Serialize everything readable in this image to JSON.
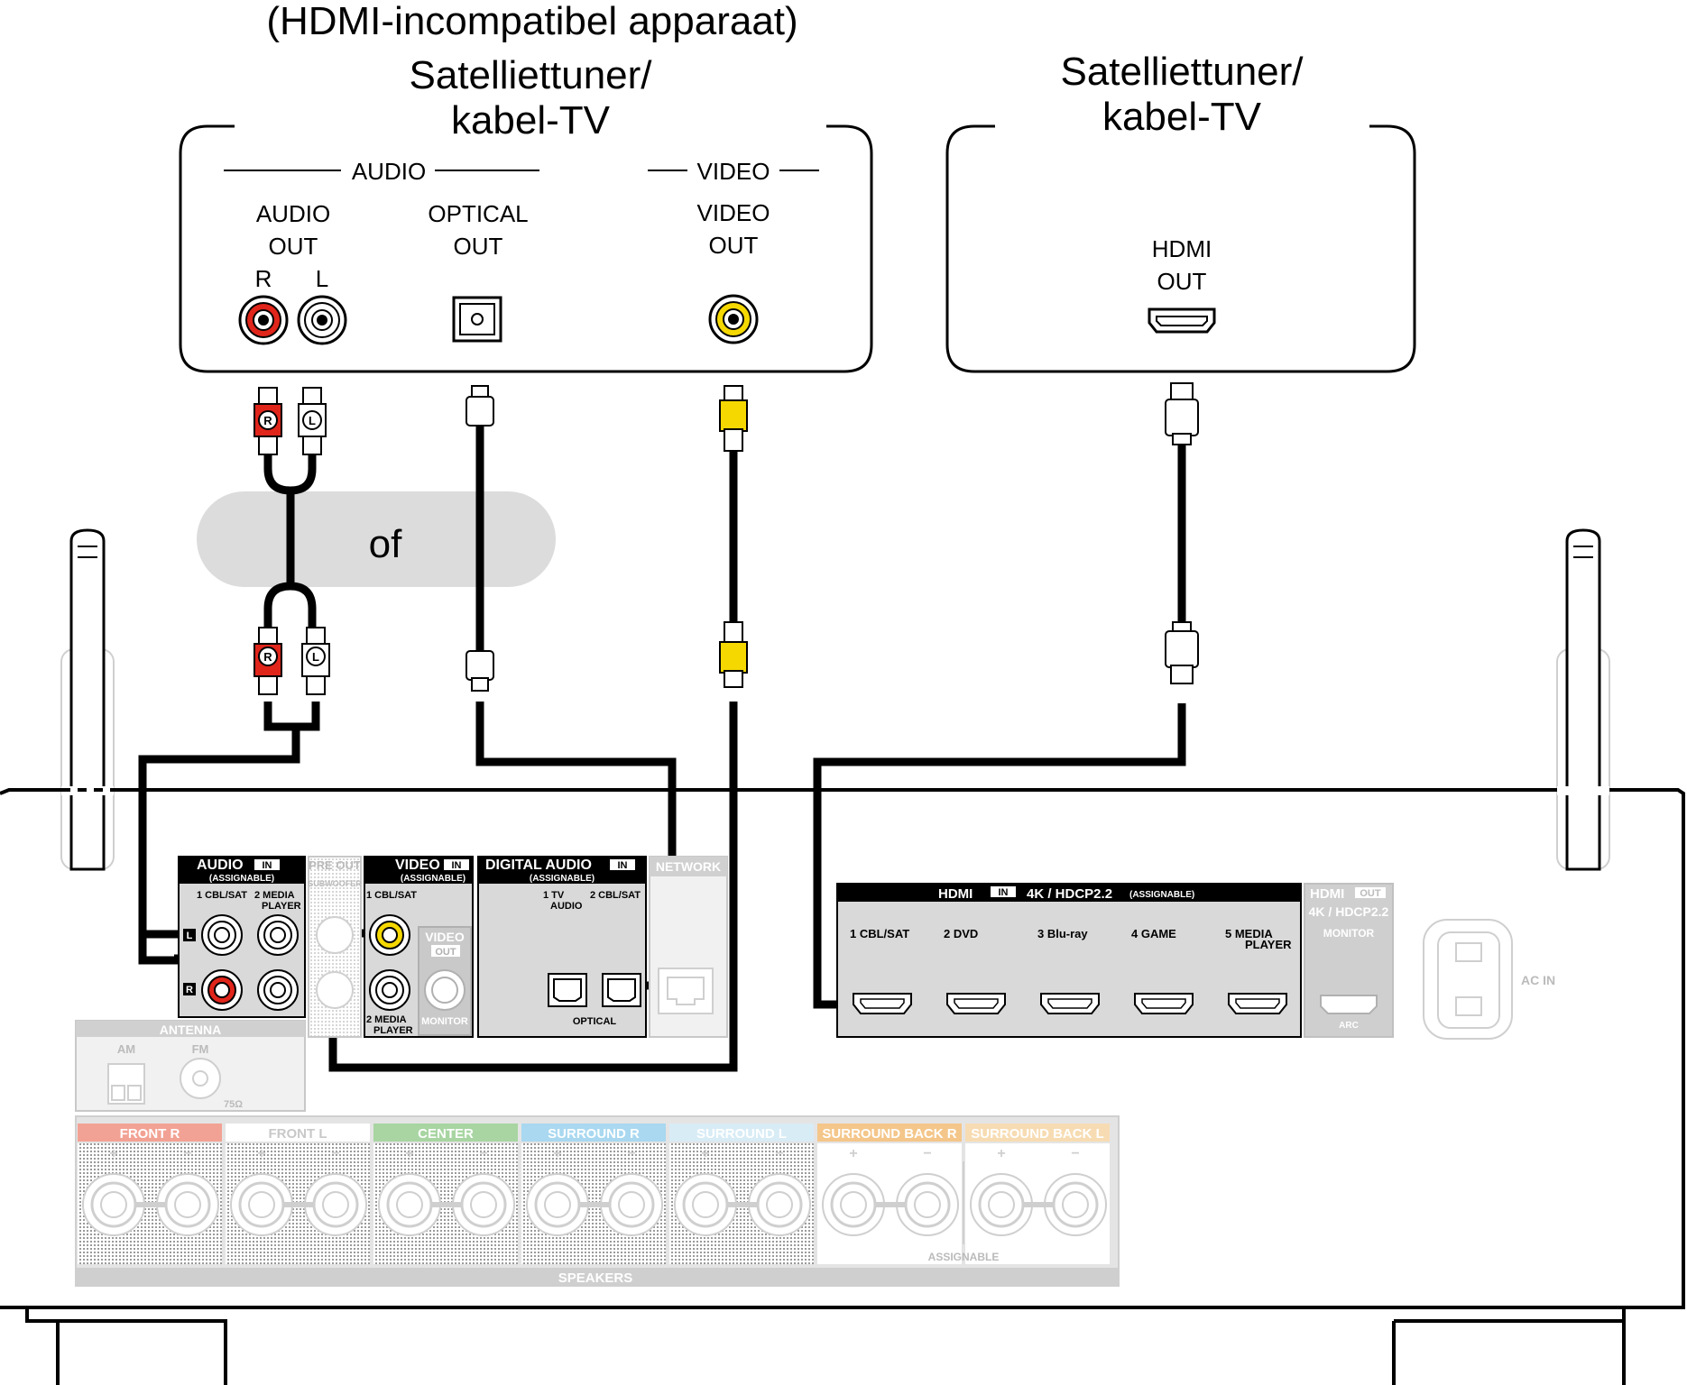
{
  "devices": {
    "left": {
      "note": "(HDMI-incompatibel apparaat)",
      "title_line1": "Satelliettuner/",
      "title_line2": "kabel-TV",
      "audio_group": "AUDIO",
      "video_group": "VIDEO",
      "audio_out_l1": "AUDIO",
      "audio_out_l2": "OUT",
      "r": "R",
      "l": "L",
      "optical_l1": "OPTICAL",
      "optical_l2": "OUT",
      "video_l1": "VIDEO",
      "video_l2": "OUT"
    },
    "right": {
      "title_line1": "Satelliettuner/",
      "title_line2": "kabel-TV",
      "hdmi_l1": "HDMI",
      "hdmi_l2": "OUT"
    }
  },
  "alternative": "of",
  "plug_letters": {
    "r": "R",
    "l": "L"
  },
  "receiver": {
    "audio_in": {
      "title": "AUDIO",
      "badge": "IN",
      "sub": "(ASSIGNABLE)",
      "input1": "1 CBL/SAT",
      "input2_l1": "2  MEDIA",
      "input2_l2": "PLAYER",
      "side_l": "L",
      "side_r": "R"
    },
    "pre_out": {
      "title": "PRE OUT",
      "sub": "SUBWOOFER"
    },
    "video_in": {
      "title": "VIDEO",
      "badge": "IN",
      "sub": "(ASSIGNABLE)",
      "input1": "1 CBL/SAT",
      "input2_l1": "2  MEDIA",
      "input2_l2": "PLAYER"
    },
    "video_out": {
      "title": "VIDEO",
      "badge": "OUT",
      "sub": "MONITOR"
    },
    "digital_audio_in": {
      "title": "DIGITAL AUDIO",
      "badge": "IN",
      "sub": "(ASSIGNABLE)",
      "input1_l1": "1   TV",
      "input1_l2": "AUDIO",
      "input2": "2 CBL/SAT",
      "bottom": "OPTICAL"
    },
    "network": {
      "title": "NETWORK"
    },
    "hdmi_in": {
      "title": "HDMI",
      "badge": "IN",
      "spec": "4K / HDCP2.2",
      "sub": "(ASSIGNABLE)",
      "inputs": [
        {
          "num": "1",
          "name": "CBL/SAT",
          "name2": ""
        },
        {
          "num": "2",
          "name": "DVD",
          "name2": ""
        },
        {
          "num": "3",
          "name": "Blu-ray",
          "name2": ""
        },
        {
          "num": "4",
          "name": "GAME",
          "name2": ""
        },
        {
          "num": "5",
          "name": "MEDIA",
          "name2": "PLAYER"
        }
      ]
    },
    "hdmi_out": {
      "title": "HDMI",
      "badge": "OUT",
      "spec": "4K / HDCP2.2",
      "sub": "MONITOR",
      "bottom": "ARC"
    },
    "ac_in": "AC IN",
    "antenna": {
      "title": "ANTENNA",
      "am": "AM",
      "fm": "FM",
      "ohm": "75Ω"
    },
    "speakers": {
      "title": "SPEAKERS",
      "assignable": "ASSIGNABLE",
      "plus": "+",
      "minus": "−",
      "groups": [
        {
          "label": "FRONT",
          "side": "R",
          "color": "#f2a294"
        },
        {
          "label": "FRONT",
          "side": "L",
          "color": "#ffffff"
        },
        {
          "label": "CENTER",
          "side": "",
          "color": "#a8d5a2"
        },
        {
          "label": "SURROUND",
          "side": "R",
          "color": "#a9d8f0"
        },
        {
          "label": "SURROUND",
          "side": "L",
          "color": "#d8ecf6"
        },
        {
          "label": "SURROUND BACK",
          "side": "R",
          "color": "#f4c68a"
        },
        {
          "label": "SURROUND BACK",
          "side": "L",
          "color": "#f7dcb3"
        }
      ]
    }
  },
  "colors": {
    "red_jack": "#e0251b",
    "yellow_jack": "#f5d800",
    "oval": "#dcdcdc",
    "panel_grey": "#d9d9d9"
  },
  "icons": [
    "rca-jack-icon",
    "optical-jack-icon",
    "hdmi-port-icon",
    "rca-plug-icon",
    "optical-plug-icon",
    "hdmi-plug-icon",
    "antenna-icon",
    "speaker-terminal-icon",
    "power-socket-icon"
  ]
}
